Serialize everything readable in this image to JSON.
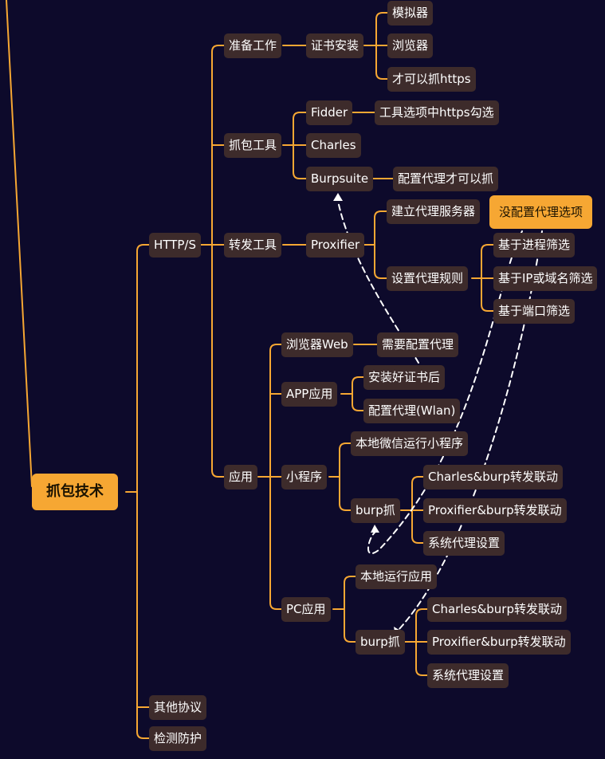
{
  "colors": {
    "background": "#0d0a2b",
    "branch": "#f6a733",
    "node": "#3d2b2b",
    "node_text": "#ffffff",
    "root": "#f6a733",
    "relation": "#ffffff"
  },
  "mindmap": {
    "root": "抓包技术",
    "nodes": {
      "http": "HTTP/S",
      "other": "其他协议",
      "detect": "检测防护",
      "prepare": "准备工作",
      "cert": "证书安装",
      "emulator": "模拟器",
      "browser": "浏览器",
      "https_ok": "才可以抓https",
      "tools": "抓包工具",
      "fidder": "Fidder",
      "fidder_note": "工具选项中https勾选",
      "charles": "Charles",
      "burp": "Burpsuite",
      "burp_note": "配置代理才可以抓",
      "forward": "转发工具",
      "proxifier": "Proxifier",
      "build_proxy": "建立代理服务器",
      "set_rules": "设置代理规则",
      "by_process": "基于进程筛选",
      "by_ip": "基于IP或域名筛选",
      "by_port": "基于端口筛选",
      "app": "应用",
      "web": "浏览器Web",
      "need_proxy": "需要配置代理",
      "app_app": "APP应用",
      "install_cert": "安装好证书后",
      "wlan": "配置代理(Wlan)",
      "mini": "小程序",
      "local_wechat": "本地微信运行小程序",
      "burp_mini": "burp抓",
      "cb_mini": "Charles&burp转发联动",
      "pb_mini": "Proxifier&burp转发联动",
      "sys_mini": "系统代理设置",
      "pc": "PC应用",
      "local_run": "本地运行应用",
      "burp_pc": "burp抓",
      "cb_pc": "Charles&burp转发联动",
      "pb_pc": "Proxifier&burp转发联动",
      "sys_pc": "系统代理设置"
    },
    "callout": "没配置代理选项"
  }
}
